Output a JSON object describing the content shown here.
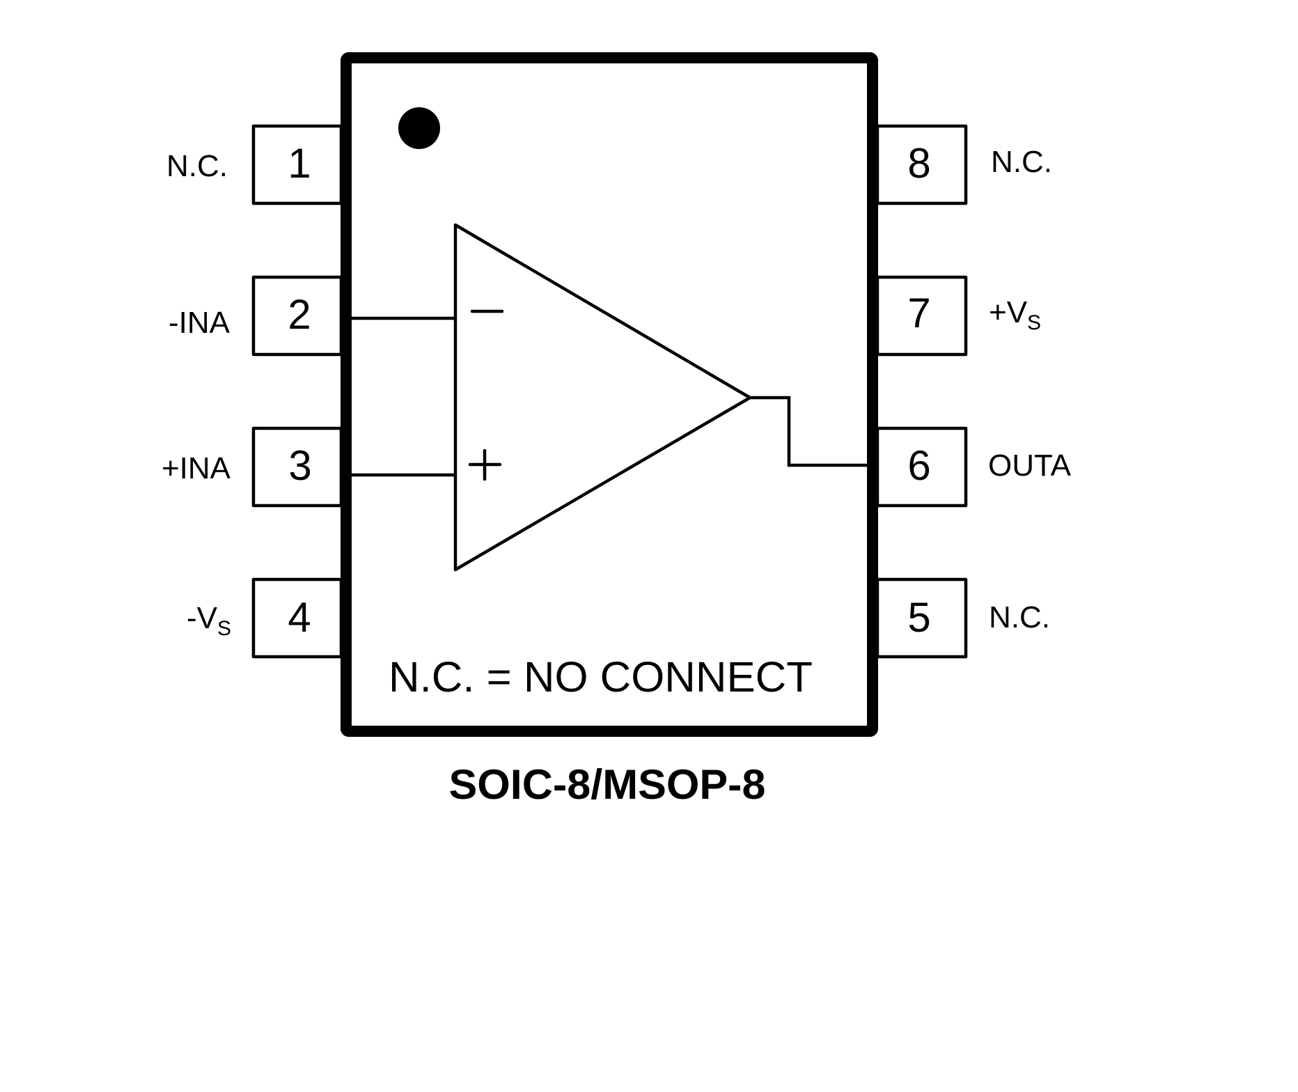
{
  "title": "SOIC-8/MSOP-8",
  "note": "N.C. = NO CONNECT",
  "pin1_marker": "pin-1-indicator-dot",
  "pins": [
    {
      "number": "1",
      "label": "N.C.",
      "sub": "",
      "side": "left"
    },
    {
      "number": "2",
      "label": "-INA",
      "sub": "",
      "side": "left"
    },
    {
      "number": "3",
      "label": "+INA",
      "sub": "",
      "side": "left"
    },
    {
      "number": "4",
      "label": "-V",
      "sub": "S",
      "side": "left"
    },
    {
      "number": "5",
      "label": "N.C.",
      "sub": "",
      "side": "right"
    },
    {
      "number": "6",
      "label": "OUTA",
      "sub": "",
      "side": "right"
    },
    {
      "number": "7",
      "label": "+V",
      "sub": "S",
      "side": "right"
    },
    {
      "number": "8",
      "label": "N.C.",
      "sub": "",
      "side": "right"
    }
  ],
  "opamp": {
    "inverting_symbol": "−",
    "non_inverting_symbol": "+",
    "inverting_input_pin": "2",
    "non_inverting_input_pin": "3",
    "output_pin": "6"
  },
  "colors": {
    "stroke": "#000000",
    "background": "#ffffff"
  }
}
